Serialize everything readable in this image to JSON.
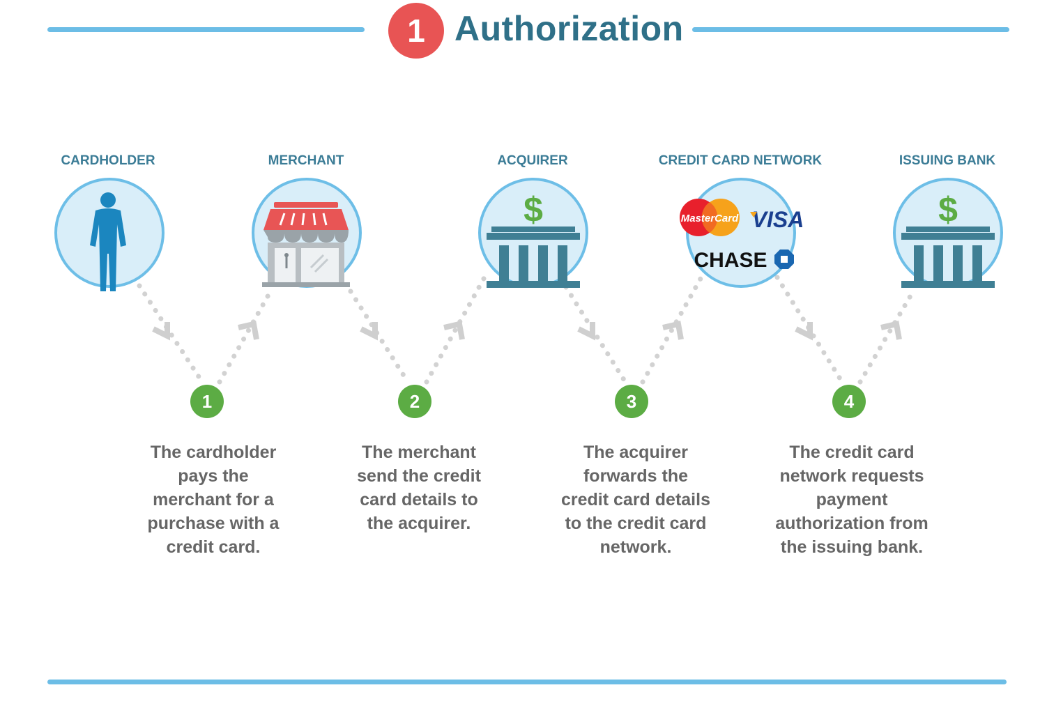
{
  "header": {
    "badge_number": "1",
    "title": "Authorization"
  },
  "actors": [
    {
      "label": "CARDHOLDER",
      "icon": "person-icon"
    },
    {
      "label": "MERCHANT",
      "icon": "storefront-icon"
    },
    {
      "label": "ACQUIRER",
      "icon": "bank-icon"
    },
    {
      "label": "CREDIT CARD NETWORK",
      "icon": "card-network-logos"
    },
    {
      "label": "ISSUING BANK",
      "icon": "bank-icon"
    }
  ],
  "logos": {
    "mastercard": "MasterCard",
    "visa": "VISA",
    "chase": "CHASE"
  },
  "bank_symbol": "$",
  "steps": [
    {
      "number": "1",
      "text": "The cardholder pays the merchant for a purchase with a credit card."
    },
    {
      "number": "2",
      "text": "The merchant send the credit card details to the acquirer."
    },
    {
      "number": "3",
      "text": "The acquirer forwards the credit card details to the credit card network."
    },
    {
      "number": "4",
      "text": "The credit card network requests payment authorization from the issuing bank."
    }
  ],
  "colors": {
    "rule": "#6cbde6",
    "header_badge": "#e85454",
    "title": "#2f7088",
    "step_badge": "#5cac44",
    "circle_fill": "#d9eef9",
    "circle_stroke": "#6dbee7",
    "bank": "#3f7f94",
    "dollar": "#5cac44"
  }
}
